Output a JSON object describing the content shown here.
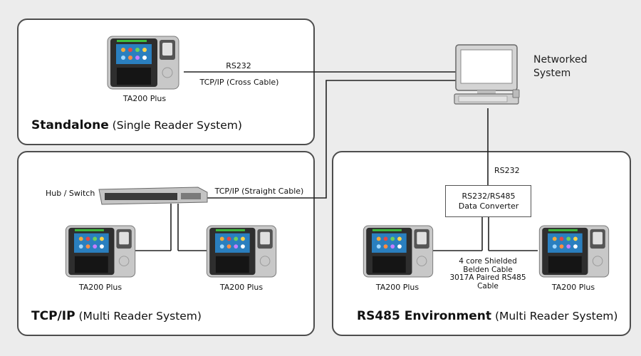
{
  "networked_system": {
    "line1": "Networked",
    "line2": "System"
  },
  "standalone": {
    "title_bold": "Standalone",
    "title_rest": " (Single Reader System)",
    "device_label": "TA200 Plus",
    "link_label_1": "RS232",
    "link_label_2": "TCP/IP (Cross Cable)"
  },
  "tcpip": {
    "title_bold": "TCP/IP",
    "title_rest": " (Multi Reader System)",
    "hub_label": "Hub / Switch",
    "link_label": "TCP/IP (Straight Cable)",
    "device_label_1": "TA200 Plus",
    "device_label_2": "TA200 Plus"
  },
  "rs485": {
    "title_bold": "RS485 Environment",
    "title_rest": " (Multi Reader System)",
    "link_label": "RS232",
    "converter_line1": "RS232/RS485",
    "converter_line2": "Data Converter",
    "cable_lines": [
      "4 core Shielded",
      "Belden Cable",
      "3017A Paired RS485",
      "Cable"
    ],
    "device_label_1": "TA200 Plus",
    "device_label_2": "TA200 Plus"
  }
}
